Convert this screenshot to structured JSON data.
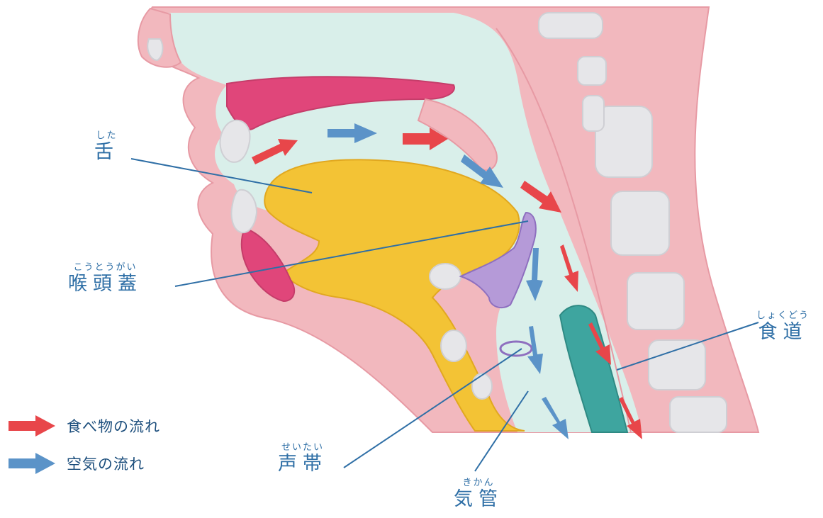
{
  "labels": {
    "tongue": {
      "ruby": "した",
      "main": "舌"
    },
    "epiglottis": {
      "ruby": "こうとうがい",
      "main": "喉頭蓋"
    },
    "esophagus": {
      "ruby": "しょくどう",
      "main": "食道"
    },
    "vocal_cords": {
      "ruby": "せいたい",
      "main": "声帯"
    },
    "trachea": {
      "ruby": "きかん",
      "main": "気管"
    }
  },
  "legend": [
    {
      "text": "食べ物の流れ",
      "color": "#e8464a",
      "icon": "red-arrow-icon"
    },
    {
      "text": "空気の流れ",
      "color": "#5b93c8",
      "icon": "blue-arrow-icon"
    }
  ],
  "colors": {
    "tissue": "#f2b8be",
    "cavity": "#d9efea",
    "tongue": "#f3c335",
    "bone": "#e6e6e9",
    "trachea": "#3ea59f",
    "epiglottis": "#b59ad8",
    "palate": "#e0467a",
    "food_arrow": "#e8464a",
    "air_arrow": "#5b93c8",
    "label_text": "#2f6fa6"
  }
}
